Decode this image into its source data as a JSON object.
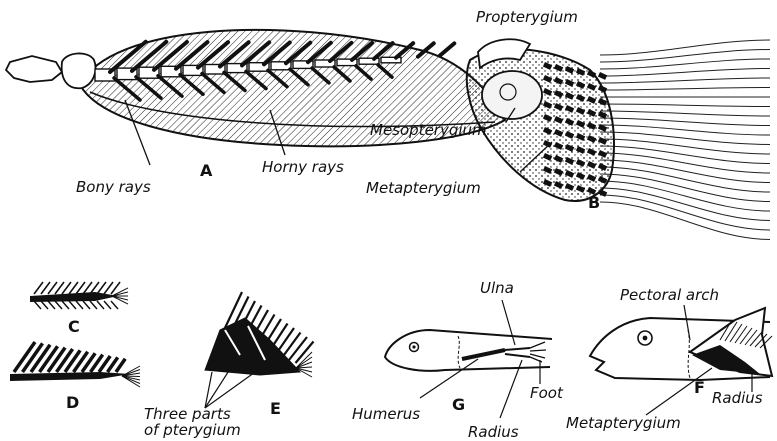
{
  "figure": {
    "panels": {
      "A": {
        "letter": "A",
        "labels": {
          "bony": "Bony rays",
          "horny": "Horny rays"
        }
      },
      "B": {
        "letter": "B",
        "labels": {
          "pro": "Propterygium",
          "meso": "Mesopterygium",
          "meta": "Metapterygium"
        }
      },
      "C": {
        "letter": "C"
      },
      "D": {
        "letter": "D"
      },
      "E": {
        "letter": "E",
        "labels": {
          "line1": "Three parts",
          "line2": "of pterygium"
        }
      },
      "G": {
        "letter": "G",
        "labels": {
          "ulna": "Ulna",
          "humerus": "Humerus",
          "radius": "Radius",
          "foot": "Foot"
        }
      },
      "F": {
        "letter": "F",
        "labels": {
          "arch": "Pectoral arch",
          "radius": "Radius",
          "meta": "Metapterygium"
        }
      }
    }
  }
}
